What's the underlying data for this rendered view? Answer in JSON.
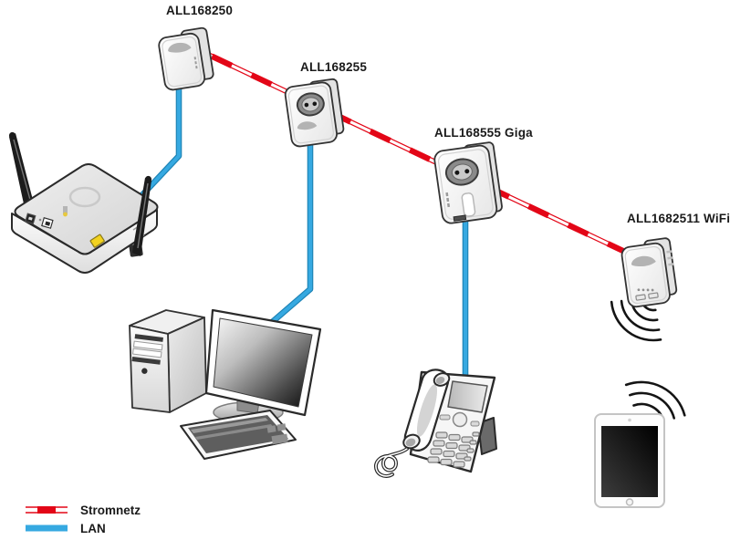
{
  "adapters": [
    {
      "label": "ALL168250"
    },
    {
      "label": "ALL168255"
    },
    {
      "label": "ALL168555 Giga"
    },
    {
      "label": "ALL1682511 WiFi"
    }
  ],
  "legend": {
    "items": [
      {
        "label": "Stromnetz",
        "style": "powerline-double-dash"
      },
      {
        "label": "LAN",
        "style": "solid"
      }
    ]
  },
  "colors": {
    "stromnetz": "#e30617",
    "lan": "#36a9e1",
    "text": "#1a1a1a"
  },
  "icons": [
    "powerline-adapter-icon",
    "socket-adapter-icon",
    "wifi-router-icon",
    "desktop-tower-icon",
    "monitor-icon",
    "keyboard-icon",
    "voip-phone-icon",
    "tablet-icon",
    "wifi-waves-icon"
  ]
}
